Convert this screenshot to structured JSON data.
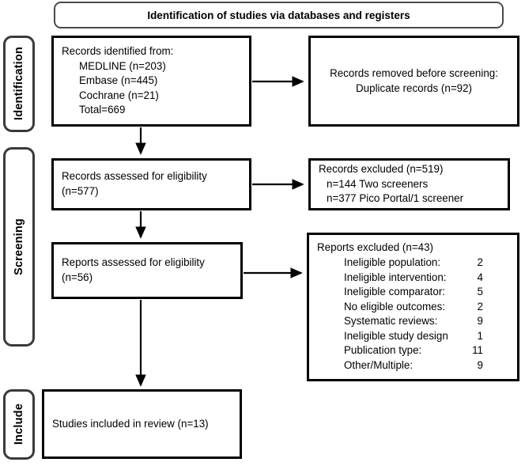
{
  "header": {
    "title": "Identification of studies via databases and registers"
  },
  "stages": [
    {
      "id": "identification",
      "label": "Identification"
    },
    {
      "id": "screening",
      "label": "Screening"
    },
    {
      "id": "include",
      "label": "Include"
    }
  ],
  "boxes": {
    "identified": {
      "name": "records-identified",
      "lines": [
        "Records identified from:",
        "MEDLINE (n=203)",
        "Embase (n=445)",
        "Cochrane (n=21)",
        "Total=669"
      ]
    },
    "removed": {
      "name": "records-removed-before-screening",
      "lines": [
        "Records removed before screening:",
        "Duplicate records (n=92)"
      ]
    },
    "records_screened": {
      "name": "records-assessed-for-eligibility",
      "lines": [
        "Records assessed for eligibility",
        "(n=577)"
      ]
    },
    "records_excluded": {
      "name": "records-excluded",
      "lines": [
        "Records excluded (n=519)",
        "n=144 Two screeners",
        "n=377 Pico Portal/1 screener"
      ]
    },
    "reports_screened": {
      "name": "reports-assessed-for-eligibility",
      "lines": [
        "Reports assessed for eligibility",
        "(n=56)"
      ]
    },
    "reports_excluded": {
      "name": "reports-excluded",
      "title": "Reports excluded (n=43)",
      "reasons": [
        {
          "label": "Ineligible population:",
          "count": "2"
        },
        {
          "label": "Ineligible intervention:",
          "count": "4"
        },
        {
          "label": "Ineligible comparator:",
          "count": "5"
        },
        {
          "label": "No eligible outcomes:",
          "count": "2"
        },
        {
          "label": "Systematic reviews:",
          "count": "9"
        },
        {
          "label": "Ineligible study design",
          "count": "1"
        },
        {
          "label": "Publication type:",
          "count": "11"
        },
        {
          "label": "Other/Multiple:",
          "count": "9"
        }
      ]
    },
    "included": {
      "name": "studies-included-in-review",
      "lines": [
        "Studies included in review (n=13)"
      ]
    }
  },
  "colors": {
    "box_border": "#000000",
    "band_border": "#3a3a3a",
    "header_border": "#4a4a4a",
    "text": "#000000",
    "background": "#ffffff"
  },
  "chart_data": {
    "type": "diagram",
    "diagram_type": "prisma-flow",
    "title": "Identification of studies via databases and registers",
    "nodes": [
      {
        "id": "identified",
        "stage": "Identification",
        "column": "left",
        "value": 669,
        "detail": {
          "MEDLINE": 203,
          "Embase": 445,
          "Cochrane": 21,
          "Total": 669
        }
      },
      {
        "id": "removed",
        "stage": "Identification",
        "column": "right",
        "value": 92,
        "detail": {
          "Duplicate records": 92
        }
      },
      {
        "id": "records_screened",
        "stage": "Screening",
        "column": "left",
        "value": 577
      },
      {
        "id": "records_excluded",
        "stage": "Screening",
        "column": "right",
        "value": 519,
        "detail": {
          "Two screeners": 144,
          "Pico Portal/1 screener": 377
        }
      },
      {
        "id": "reports_screened",
        "stage": "Screening",
        "column": "left",
        "value": 56
      },
      {
        "id": "reports_excluded",
        "stage": "Screening",
        "column": "right",
        "value": 43,
        "detail": {
          "Ineligible population": 2,
          "Ineligible intervention": 4,
          "Ineligible comparator": 5,
          "No eligible outcomes": 2,
          "Systematic reviews": 9,
          "Ineligible study design": 1,
          "Publication type": 11,
          "Other/Multiple": 9
        }
      },
      {
        "id": "included",
        "stage": "Include",
        "column": "left",
        "value": 13
      }
    ],
    "edges": [
      {
        "from": "identified",
        "to": "removed",
        "direction": "right"
      },
      {
        "from": "identified",
        "to": "records_screened",
        "direction": "down"
      },
      {
        "from": "records_screened",
        "to": "records_excluded",
        "direction": "right"
      },
      {
        "from": "records_screened",
        "to": "reports_screened",
        "direction": "down"
      },
      {
        "from": "reports_screened",
        "to": "reports_excluded",
        "direction": "right"
      },
      {
        "from": "reports_screened",
        "to": "included",
        "direction": "down"
      }
    ]
  }
}
